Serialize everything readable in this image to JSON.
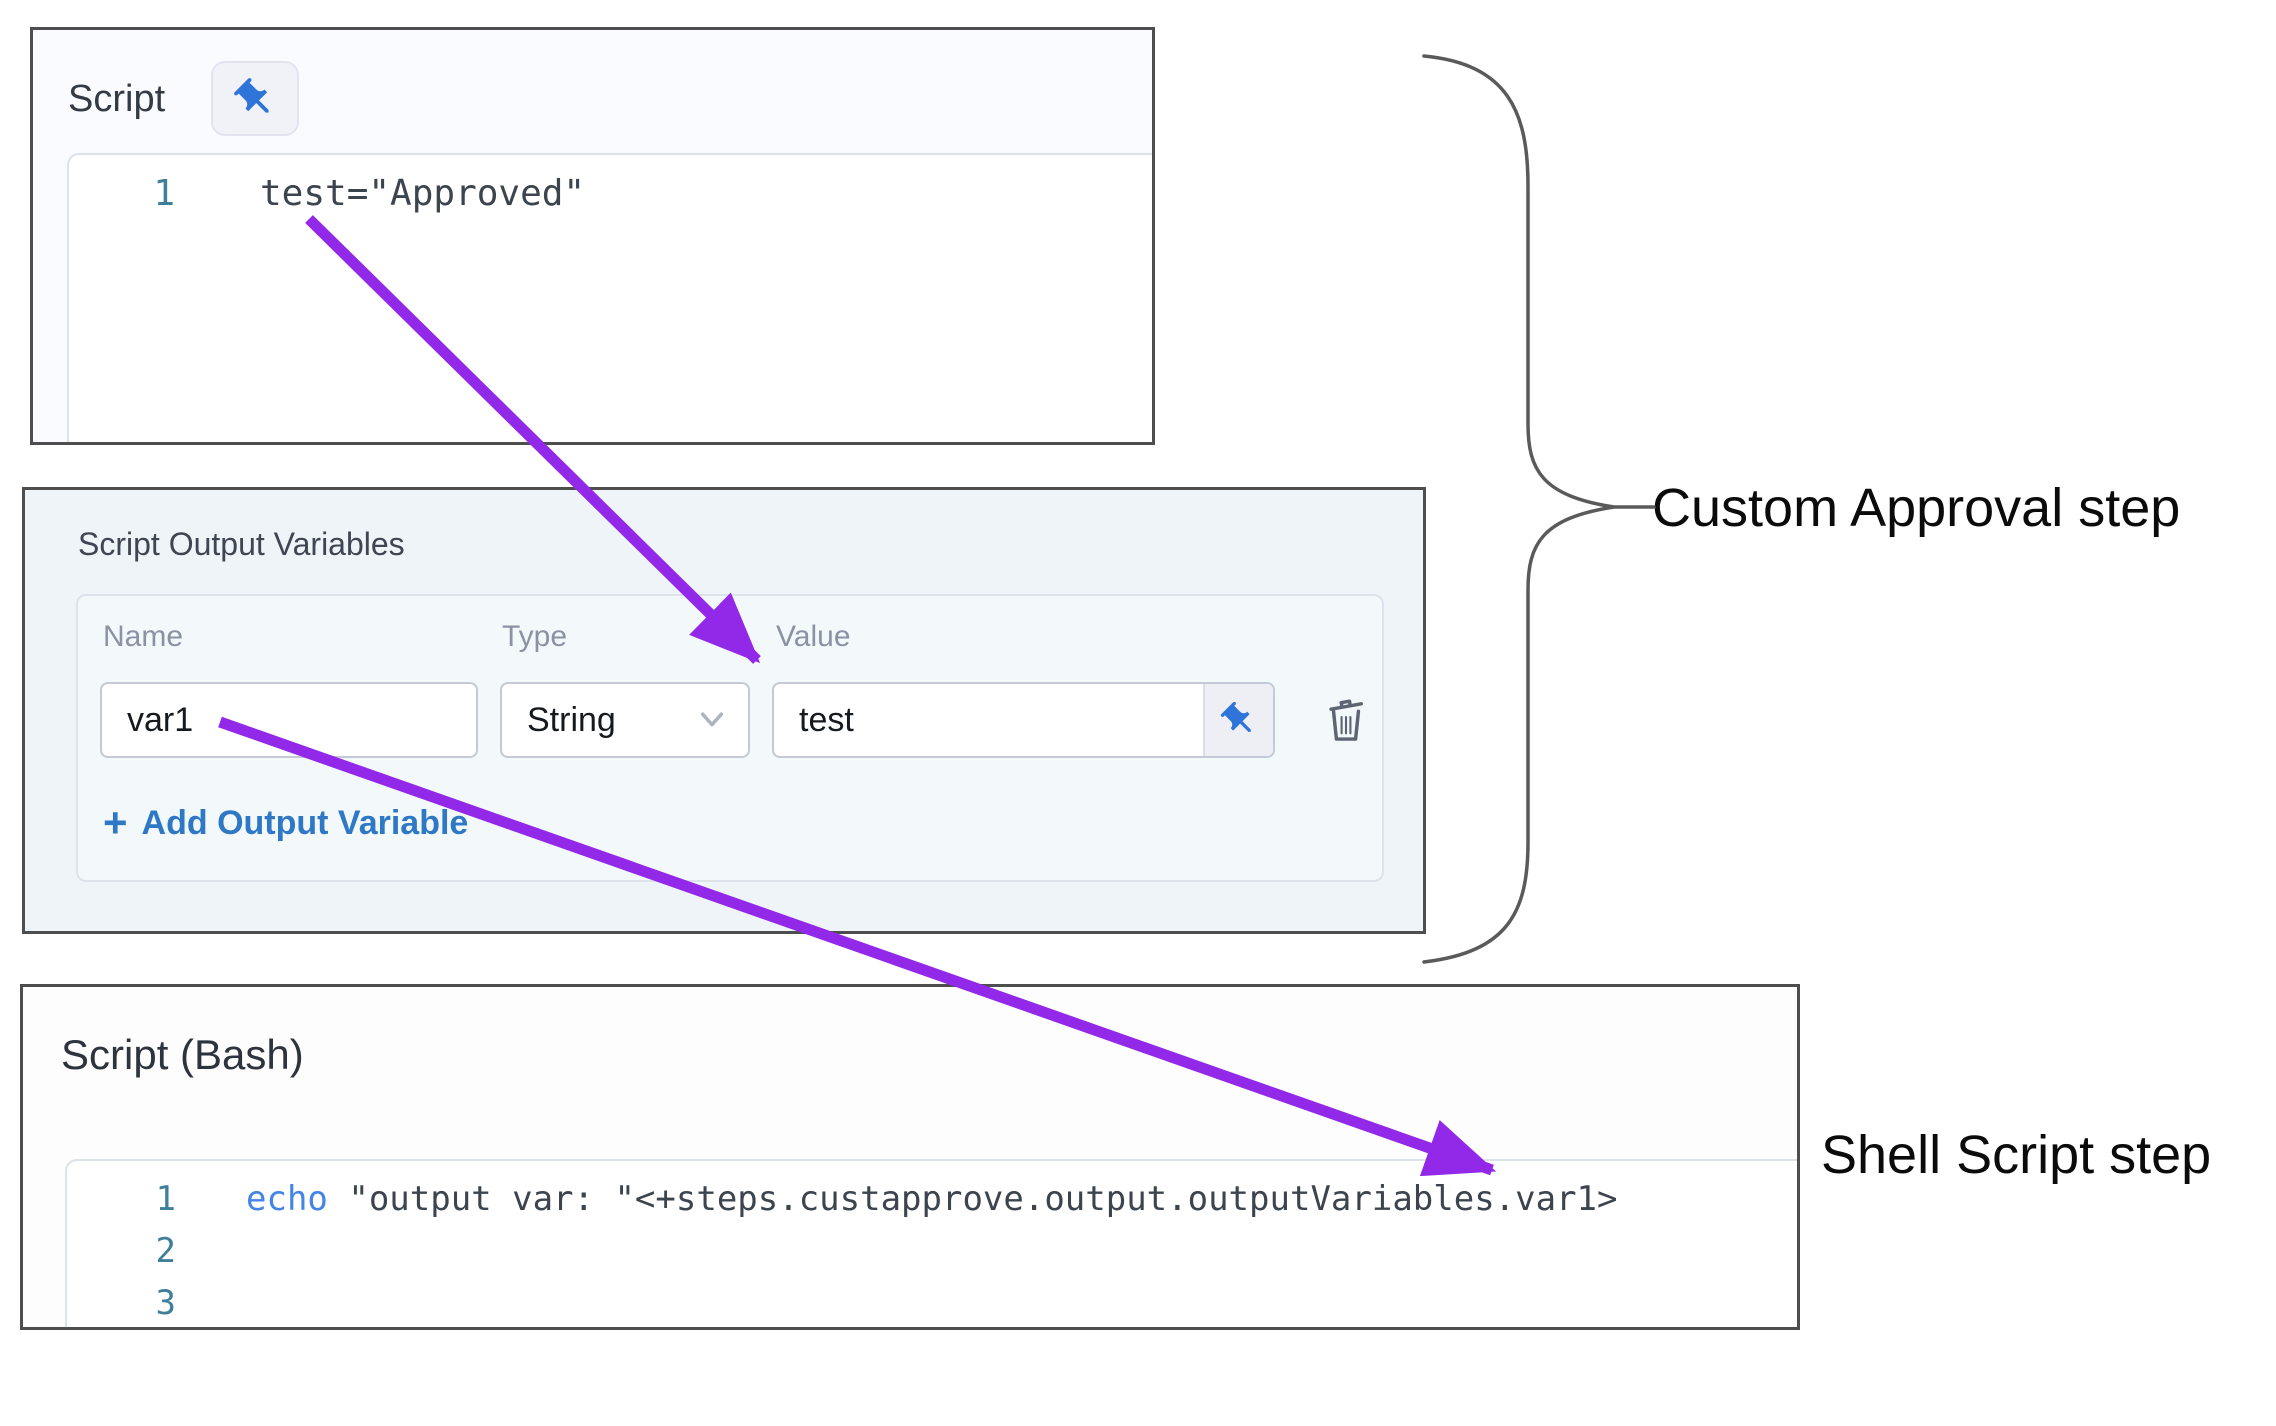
{
  "panels": {
    "script": {
      "title": "Script",
      "pin_icon": "pushpin-icon",
      "lines": [
        {
          "num": "1",
          "text": "test=\"Approved\""
        }
      ]
    },
    "output_vars": {
      "title": "Script Output Variables",
      "columns": {
        "name": "Name",
        "type": "Type",
        "value": "Value"
      },
      "row": {
        "name": "var1",
        "type": "String",
        "value": "test"
      },
      "icons": {
        "type_chevron": "chevron-down-icon",
        "value_pin": "pushpin-icon",
        "delete": "trash-icon",
        "add_plus": "plus-icon"
      },
      "add_plus": "+",
      "add_label": "Add Output Variable"
    },
    "bash": {
      "title": "Script (Bash)",
      "lines": [
        {
          "num": "1",
          "keyword": "echo",
          "rest": " \"output var: \"<+steps.custapprove.output.outputVariables.var1>"
        },
        {
          "num": "2",
          "keyword": "",
          "rest": ""
        },
        {
          "num": "3",
          "keyword": "",
          "rest": ""
        }
      ]
    }
  },
  "annotations": {
    "custom_approval": "Custom Approval step",
    "shell_script": "Shell Script step"
  },
  "colors": {
    "arrow_purple": "#9229e9",
    "brace_gray": "#5a5a5a",
    "pin_blue": "#2f75d9",
    "add_link_blue": "#2e78c6",
    "gutter_teal": "#3f7f9a",
    "keyword_blue": "#4384e6",
    "panel_border": "#4e4e4e"
  }
}
